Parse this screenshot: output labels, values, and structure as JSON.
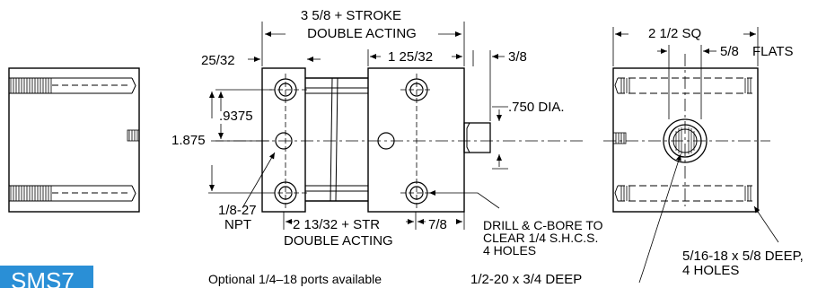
{
  "model_tag": "SMS7",
  "side_view": {
    "overall_length_line1": "3 5/8 + STROKE",
    "overall_length_line2": "DOUBLE ACTING",
    "head_offset": "25/32",
    "rod_block_width": "1 25/32",
    "rod_projection": "3/8",
    "rod_diameter": ".750 DIA.",
    "port_spacing": ".9375",
    "hole_spacing": "1.875",
    "port_thread_line1": "1/8-27",
    "port_thread_line2": "NPT",
    "between_heads_line1": "2 13/32 + STR",
    "between_heads_line2": "DOUBLE ACTING",
    "rod_end_length": "7/8",
    "mount_holes_line1": "DRILL & C-BORE TO",
    "mount_holes_line2": "CLEAR 1/4 S.H.C.S.",
    "mount_holes_line3": "4 HOLES"
  },
  "end_view": {
    "square_size": "2 1/2 SQ",
    "flats_size": "5/8",
    "flats_label": "FLATS",
    "rod_thread": "1/2-20 x 3/4 DEEP",
    "tapped_holes_line1": "5/16-18 x 5/8 DEEP,",
    "tapped_holes_line2": "4 HOLES"
  },
  "note": "Optional 1/4–18 ports available"
}
